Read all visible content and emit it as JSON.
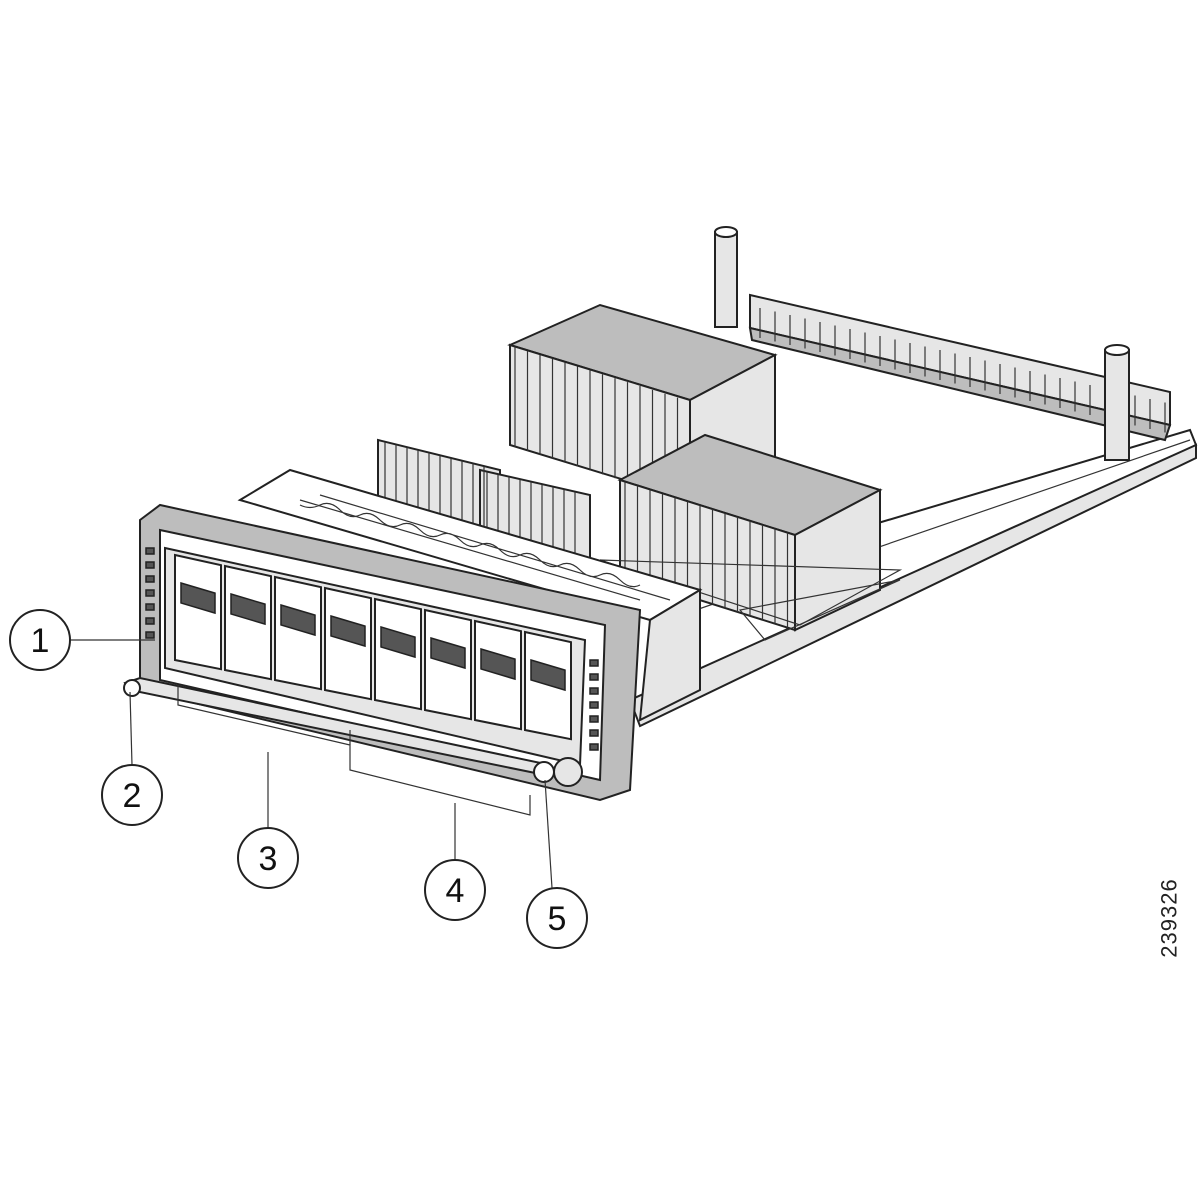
{
  "figure": {
    "figure_number": "239326",
    "callouts": [
      {
        "label": "1"
      },
      {
        "label": "2"
      },
      {
        "label": "3"
      },
      {
        "label": "4"
      },
      {
        "label": "5"
      }
    ]
  }
}
